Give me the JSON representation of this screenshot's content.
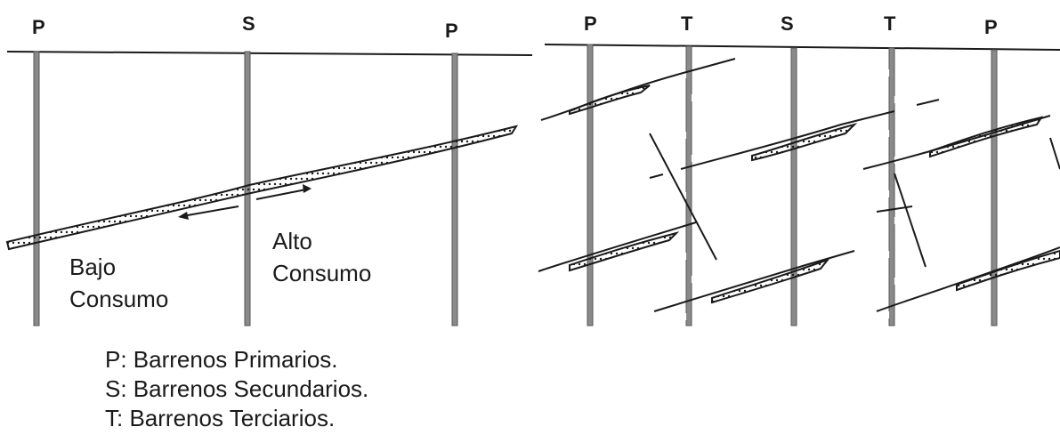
{
  "left_panel": {
    "column_labels": [
      "P",
      "S",
      "P"
    ],
    "low_label": {
      "line1": "Bajo",
      "line2": "Consumo"
    },
    "high_label": {
      "line1": "Alto",
      "line2": "Consumo"
    }
  },
  "right_panel": {
    "column_labels": [
      "P",
      "T",
      "S",
      "T",
      "P"
    ]
  },
  "legend": [
    "P: Barrenos Primarios.",
    "S: Barrenos Secundarios.",
    "T: Barrenos Terciarios."
  ],
  "colors": {
    "ink": "#1a1a1a",
    "borehole": "#8a8a8a"
  }
}
